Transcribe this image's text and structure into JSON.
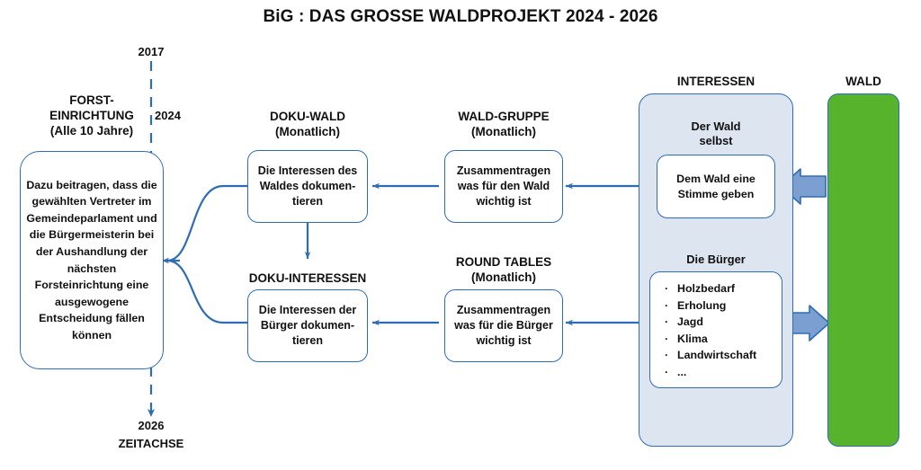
{
  "title": "BiG : DAS GROSSE WALDPROJEKT 2024 - 2026",
  "colors": {
    "line_blue": "#2e6db4",
    "panel_fill": "#dde5f1",
    "forest_green": "#57b32c",
    "arrow_fill": "#7a9fd0",
    "text": "#111111"
  },
  "timeline": {
    "top_year": "2017",
    "mid_year": "2024",
    "bottom_year": "2026",
    "axis_label": "ZEITACHSE"
  },
  "forst": {
    "caption_line1": "FORST-",
    "caption_line2": "EINRICHTUNG",
    "caption_line3": "(Alle 10 Jahre)",
    "body": "Dazu beitragen, dass die gewählten Vertreter im Gemeindeparlament und die Bürgermeisterin bei der Aushandlung der nächsten Forsteinrichtung eine ausgewogene Entscheidung fällen können"
  },
  "doku_wald": {
    "caption_line1": "DOKU-WALD",
    "caption_line2": "(Monatlich)",
    "body": "Die Interessen des Waldes dokumen-tieren"
  },
  "doku_interessen": {
    "caption_line1": "DOKU-INTERESSEN",
    "caption_line2": "",
    "body": "Die Interessen der Bürger dokumen-tieren"
  },
  "wald_gruppe": {
    "caption_line1": "WALD-GRUPPE",
    "caption_line2": "(Monatlich)",
    "body": "Zusammentragen was für den Wald wichtig ist"
  },
  "round_tables": {
    "caption_line1": "ROUND TABLES",
    "caption_line2": "(Monatlich)",
    "body": "Zusammentragen was für die Bürger wichtig ist"
  },
  "interessen": {
    "caption": "INTERESSEN",
    "group1_title_line1": "Der Wald",
    "group1_title_line2": "selbst",
    "group1_box": "Dem Wald eine Stimme geben",
    "group2_title": "Die Bürger",
    "group2_items": [
      "Holzbedarf",
      "Erholung",
      "Jagd",
      "Klima",
      "Landwirtschaft",
      "..."
    ],
    "bullet_glyph": "·"
  },
  "wald": {
    "caption": "WALD"
  }
}
